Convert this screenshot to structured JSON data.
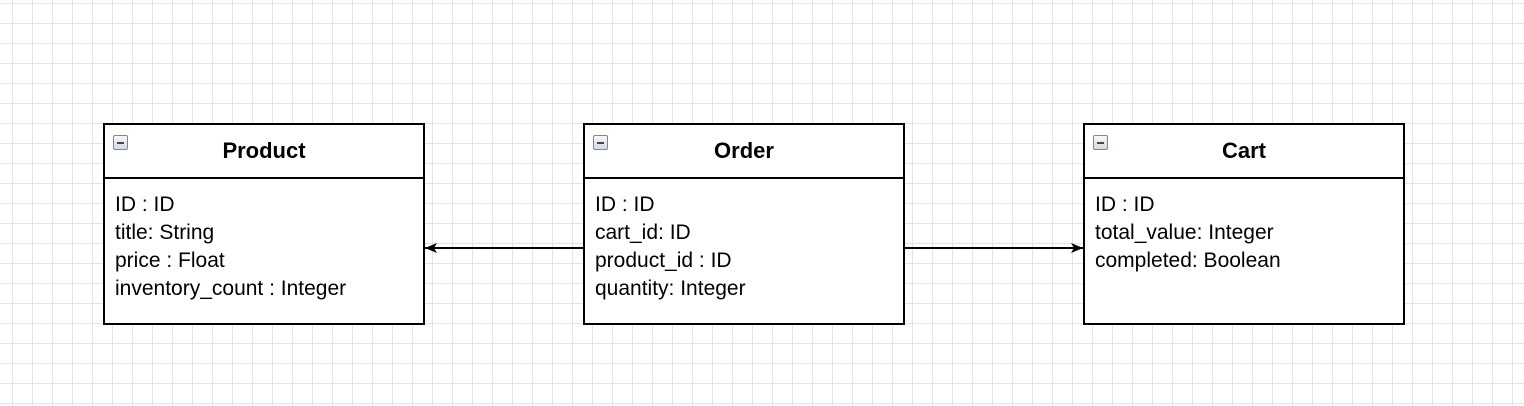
{
  "entities": {
    "product": {
      "title": "Product",
      "fields": [
        "ID : ID",
        "title: String",
        "price : Float",
        "inventory_count : Integer"
      ]
    },
    "order": {
      "title": "Order",
      "fields": [
        "ID : ID",
        "cart_id: ID",
        "product_id : ID",
        "quantity: Integer"
      ]
    },
    "cart": {
      "title": "Cart",
      "fields": [
        "ID : ID",
        "total_value: Integer",
        "completed: Boolean"
      ]
    }
  },
  "connectors": [
    {
      "from": "order",
      "to": "product"
    },
    {
      "from": "order",
      "to": "cart"
    }
  ],
  "colors": {
    "line": "#000000",
    "grid": "#e4e4e4",
    "background": "#ffffff"
  },
  "icons": {
    "collapse": "minus-square-icon"
  }
}
